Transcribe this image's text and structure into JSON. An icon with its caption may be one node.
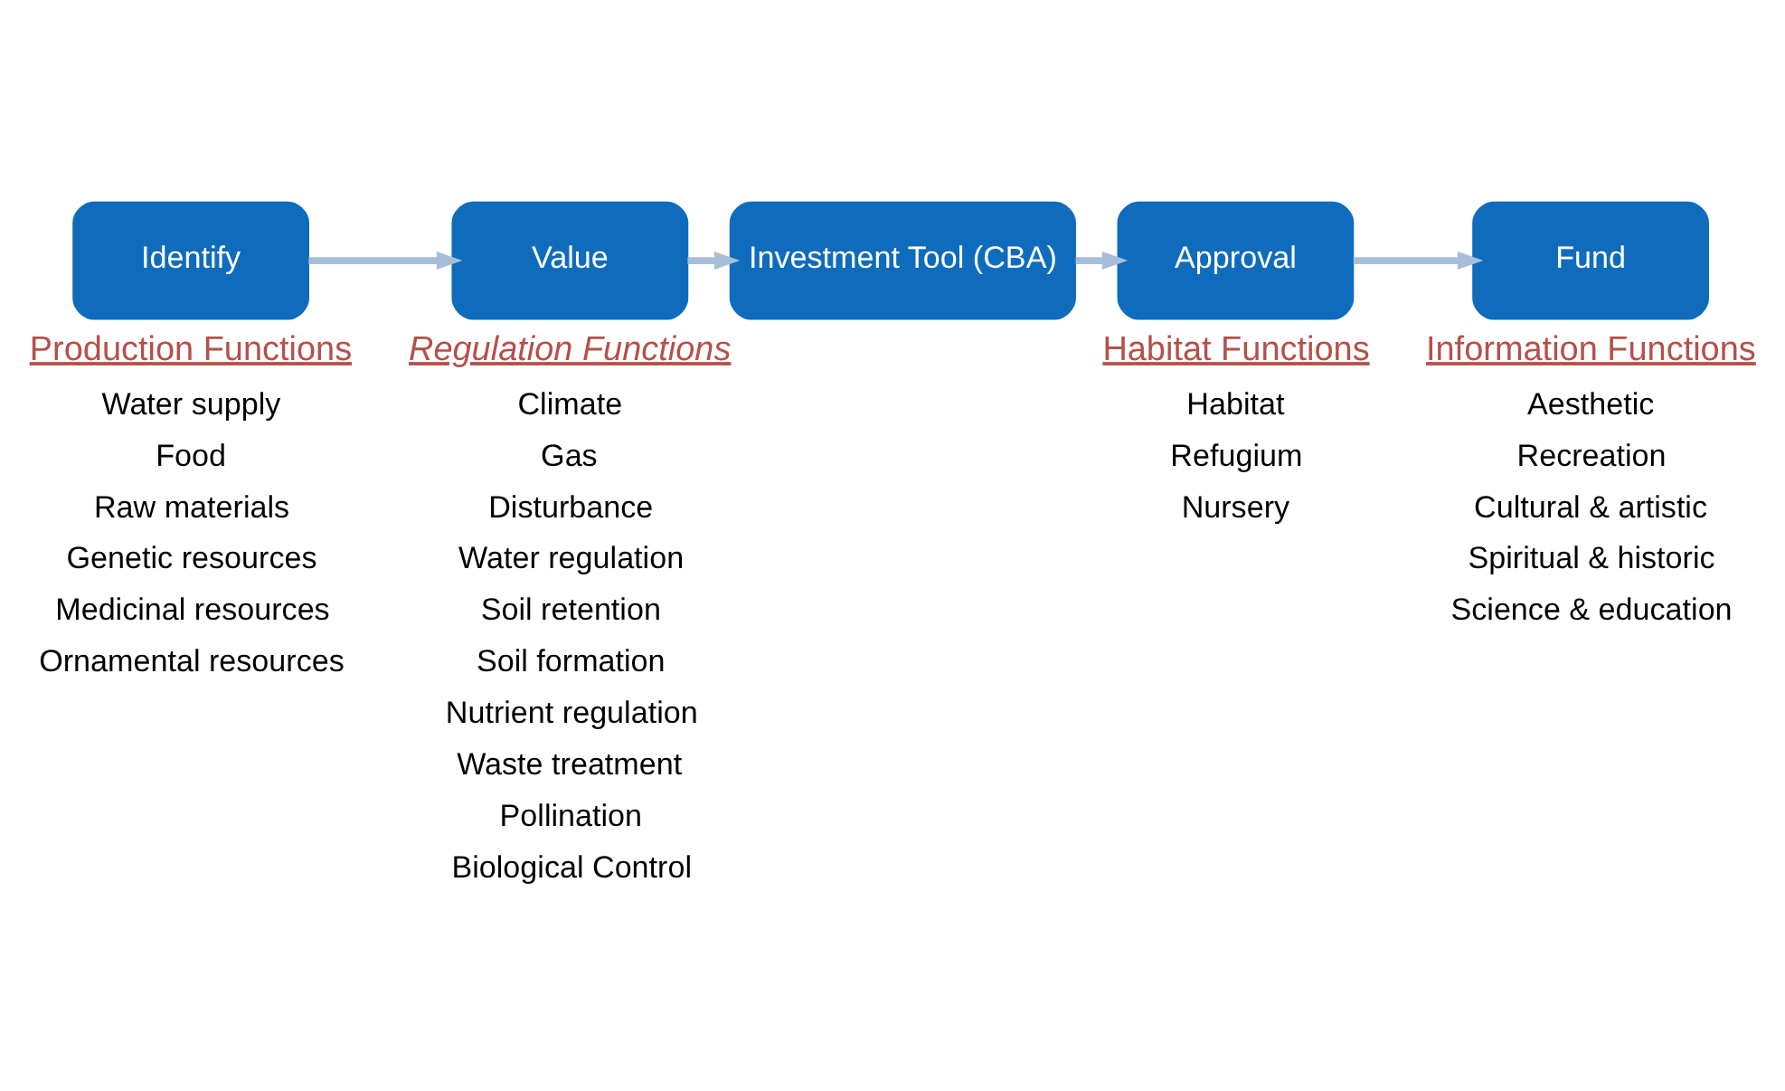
{
  "diagram": {
    "nodes": [
      {
        "text": [
          "Identify"
        ]
      },
      {
        "text": [
          "Value"
        ]
      },
      {
        "text": [
          "Investment Tool (CBA)"
        ]
      },
      {
        "text": [
          "Approval"
        ]
      },
      {
        "text": [
          "Fund"
        ]
      }
    ],
    "edges": [
      {
        "from": 0,
        "to": 1,
        "arrow": "to"
      },
      {
        "from": 1,
        "to": 2,
        "arrow": "to"
      },
      {
        "from": 2,
        "to": 3,
        "arrow": "to"
      },
      {
        "from": 3,
        "to": 4,
        "arrow": "to"
      }
    ],
    "labels": [
      "Production Functions",
      "Water supply",
      "Food",
      "Raw materials",
      "Genetic resources",
      "Medicinal resources",
      "Ornamental resources",
      "Regulation Functions",
      "Climate",
      "Gas",
      "Disturbance",
      "Water regulation",
      "Soil retention",
      "Soil formation",
      "Nutrient regulation",
      "Waste treatment",
      "Pollination",
      "Biological Control",
      "Habitat Functions",
      "Habitat",
      "Refugium",
      "Nursery",
      "Information Functions",
      "Aesthetic",
      "Recreation",
      "Cultural & artistic",
      "Spiritual & historic",
      "Science & education"
    ]
  }
}
